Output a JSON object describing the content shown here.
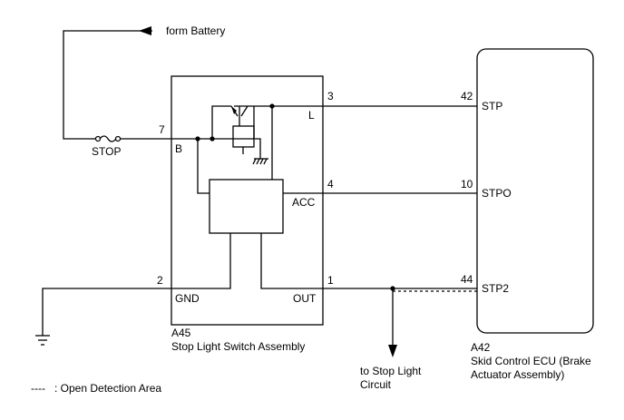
{
  "battery_label": "form Battery",
  "fuse_label": "STOP",
  "switch_assembly": {
    "code": "A45",
    "name": "Stop Light Switch Assembly",
    "pins": {
      "b": {
        "number": "7",
        "label": "B"
      },
      "l": {
        "number": "3",
        "label": "L"
      },
      "acc": {
        "number": "4",
        "label": "ACC"
      },
      "gnd": {
        "number": "2",
        "label": "GND"
      },
      "out": {
        "number": "1",
        "label": "OUT"
      }
    }
  },
  "ecu": {
    "code": "A42",
    "name_line1": "Skid Control ECU (Brake",
    "name_line2": "Actuator Assembly)",
    "pins": {
      "stp": {
        "number": "42",
        "label": "STP"
      },
      "stpo": {
        "number": "10",
        "label": "STPO"
      },
      "stp2": {
        "number": "44",
        "label": "STP2"
      }
    }
  },
  "branch_label_line1": "to Stop Light",
  "branch_label_line2": "Circuit",
  "legend": {
    "symbol": "----",
    "text": ": Open Detection Area"
  }
}
